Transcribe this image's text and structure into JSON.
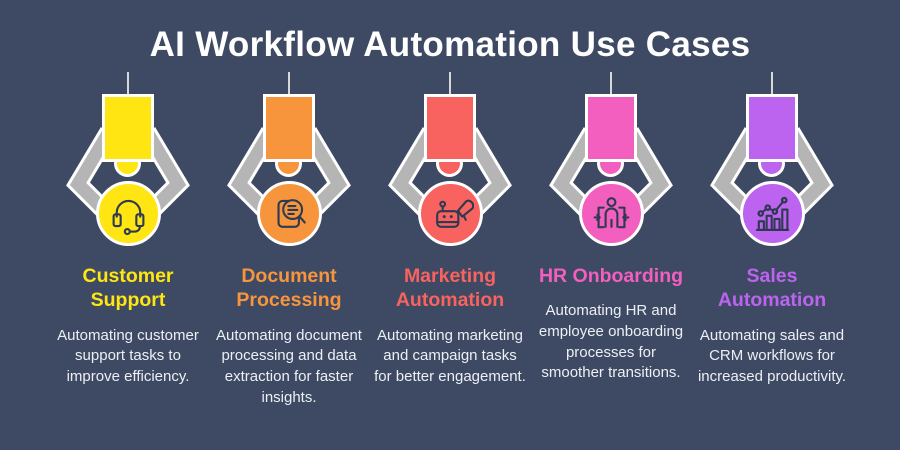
{
  "page": {
    "title": "AI Workflow Automation Use Cases",
    "background": "#3E4A63",
    "title_color": "#FFFFFF"
  },
  "claw": {
    "arm_color": "#B5B5B5",
    "cable_color": "#D8D8D8",
    "outline_color": "#FFFFFF",
    "icon_ink": "#2E3A52"
  },
  "columns": [
    {
      "title": "Customer Support",
      "description": "Automating customer support tasks to improve efficiency.",
      "color": "#FFE512",
      "icon": "headset-icon"
    },
    {
      "title": "Document Processing",
      "description": "Automating document processing and data extraction for faster insights.",
      "color": "#F7953D",
      "icon": "document-search-icon"
    },
    {
      "title": "Marketing Automation",
      "description": "Automating marketing and campaign tasks for better engagement.",
      "color": "#F8625F",
      "icon": "robot-megaphone-icon"
    },
    {
      "title": "HR Onboarding",
      "description": "Automating HR and employee onboarding processes for smoother transitions.",
      "color": "#F25FBE",
      "icon": "employee-onboarding-icon"
    },
    {
      "title": "Sales Automation",
      "description": "Automating sales and CRM workflows for increased productivity.",
      "color": "#BC63EF",
      "icon": "growth-chart-icon"
    }
  ]
}
